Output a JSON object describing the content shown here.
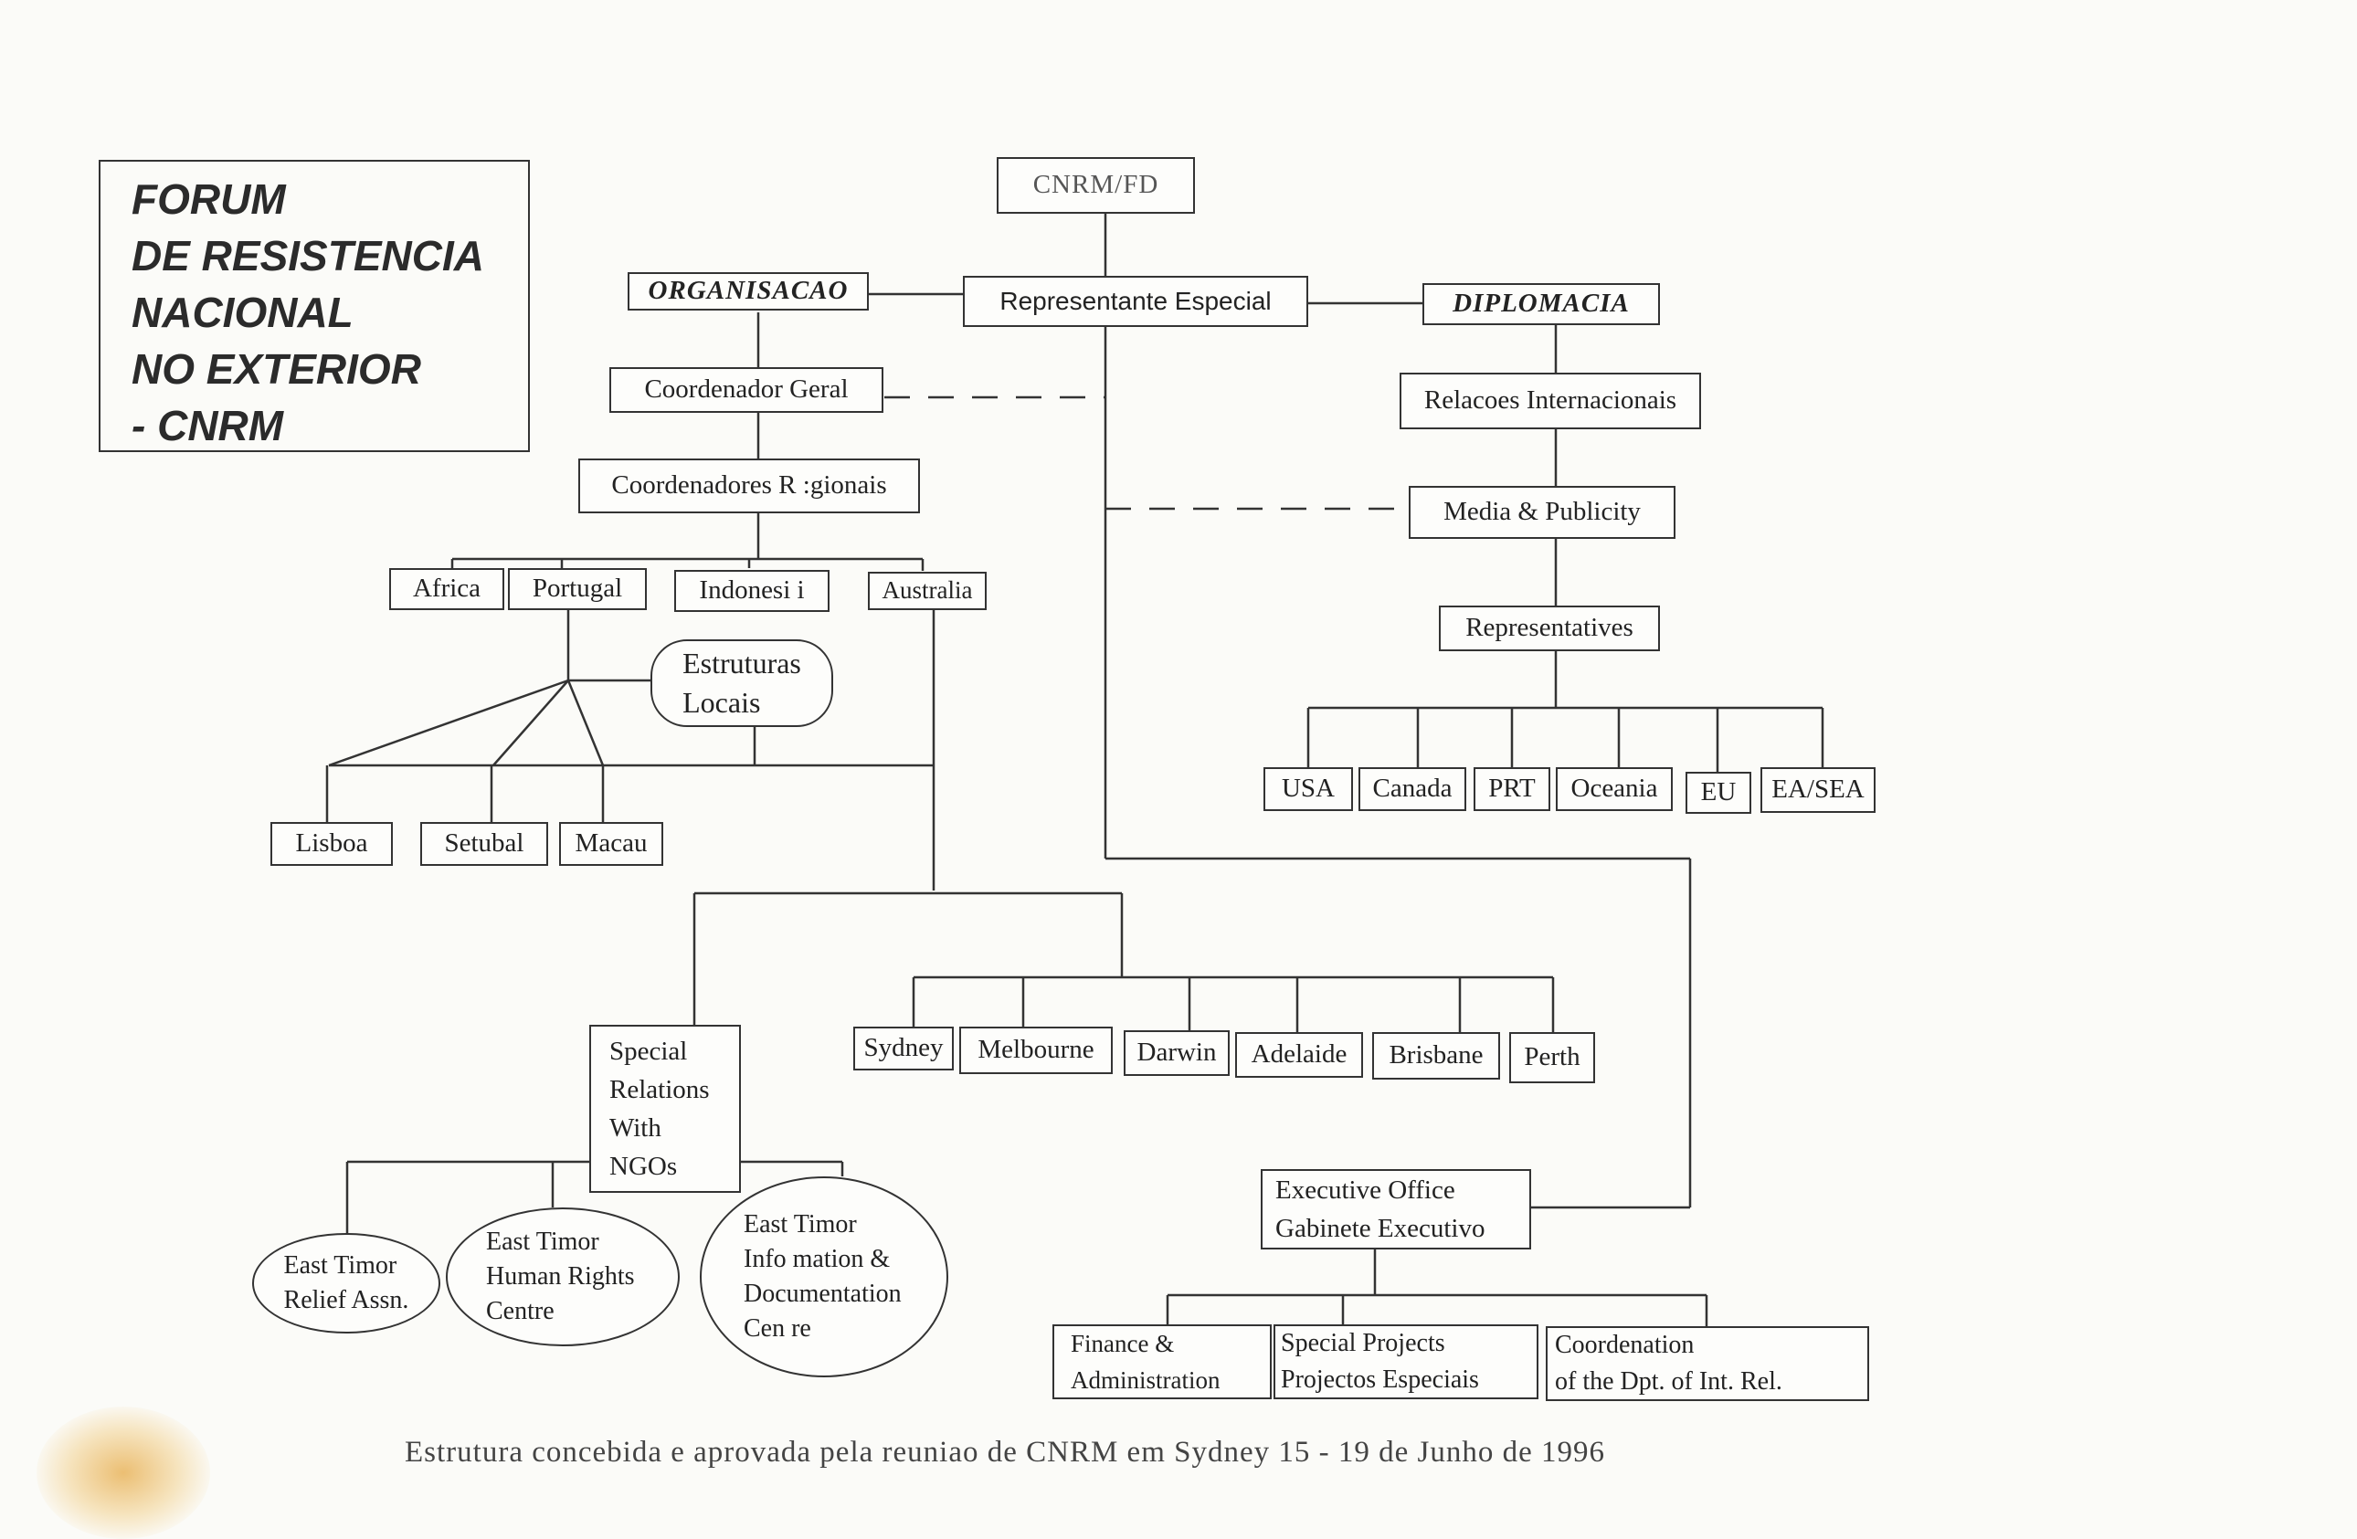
{
  "title_lines": [
    "FORUM",
    "DE RESISTENCIA",
    "NACIONAL",
    "NO EXTERIOR",
    "- CNRM"
  ],
  "nodes": {
    "cnrm_fd": "CNRM/FD",
    "representante": "Representante Especial",
    "organisacao": "ORGANISACAO",
    "diplomacia": "DIPLOMACIA",
    "coordenador_geral": "Coordenador Geral",
    "coordenadores_regionais": "Coordenadores R :gionais",
    "africa": "Africa",
    "portugal": "Portugal",
    "indonesia": "Indonesi i",
    "australia": "Australia",
    "estruturas_locais": "Estruturas\nLocais",
    "lisboa": "Lisboa",
    "setubal": "Setubal",
    "macau": "Macau",
    "relacoes": "Relacoes Internacionais",
    "media": "Media & Publicity",
    "representatives": "Representatives",
    "usa": "USA",
    "canada": "Canada",
    "prt": "PRT",
    "oceania": "Oceania",
    "eu": "EU",
    "ea_sea": "EA/SEA",
    "special_relations": "Special\nRelations\nWith\nNGOs",
    "sydney": "Sydney",
    "melbourne": "Melbourne",
    "darwin": "Darwin",
    "adelaide": "Adelaide",
    "brisbane": "Brisbane",
    "perth": "Perth",
    "etra": "East Timor\nRelief Assn.",
    "ethrc": "East Timor\nHuman Rights\nCentre",
    "etidc": "East Timor\nInfo mation &\nDocumentation\nCen re",
    "executive": "Executive Office\nGabinete Executivo",
    "finance": "Finance &\nAdministration",
    "special_projects": "Special Projects\nProjectos Especiais",
    "coordenation": "Coordenation\nof  the Dpt. of Int. Rel."
  },
  "caption": "Estrutura concebida e aprovada  pela reuniao de CNRM em Sydney  15 - 19 de Junho de 1996"
}
